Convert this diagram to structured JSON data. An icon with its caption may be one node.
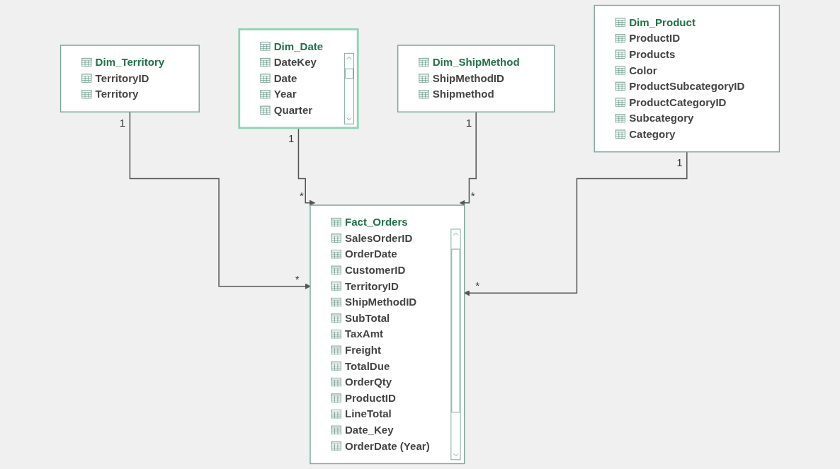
{
  "diagram": {
    "nodes": [
      {
        "text": [
          "Dim_Territory",
          "TerritoryID",
          "Territory"
        ]
      },
      {
        "text": [
          "Fact_Orders",
          "SalesOrderID",
          "OrderDate",
          "CustomerID",
          "TerritoryID",
          "ShipMethodID",
          "SubTotal",
          "TaxAmt",
          "Freight",
          "TotalDue",
          "OrderQty",
          "ProductID",
          "LineTotal",
          "Date_Key",
          "OrderDate (Year)"
        ]
      },
      {
        "text": [
          "Dim_Date",
          "DateKey",
          "Date",
          "Year",
          "Quarter"
        ]
      },
      {
        "text": [
          "Dim_ShipMethod",
          "ShipMethodID",
          "Shipmethod"
        ]
      },
      {
        "text": [
          "Dim_Product",
          "ProductID",
          "Products",
          "Color",
          "ProductSubcategoryID",
          "ProductCategoryID",
          "Subcategory",
          "Category"
        ]
      }
    ],
    "edges": [
      {
        "from": 0,
        "to": 1,
        "arrow": "to"
      },
      {
        "from": 2,
        "to": 1,
        "arrow": "to"
      },
      {
        "from": 3,
        "to": 1,
        "arrow": "to"
      },
      {
        "from": 4,
        "to": 1,
        "arrow": "to"
      }
    ],
    "labels": [
      "1",
      "1",
      "*",
      "*",
      "*",
      "*",
      "1",
      "1"
    ]
  }
}
